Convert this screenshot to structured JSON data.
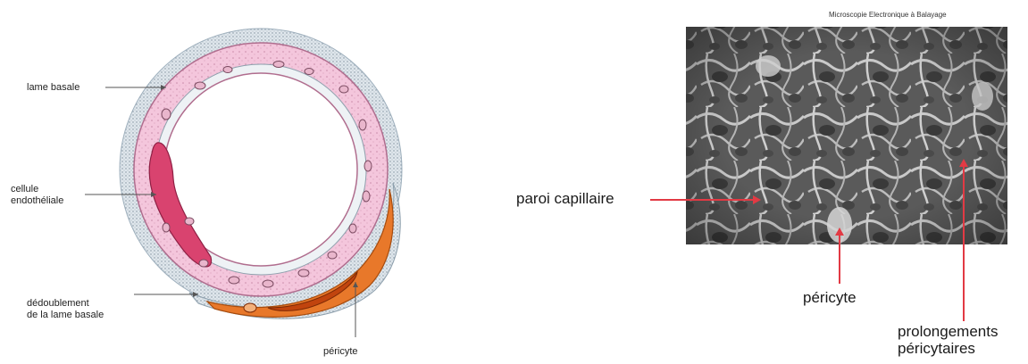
{
  "left_diagram": {
    "labels": {
      "lame_basale": "lame basale",
      "cellule_line1": "cellule",
      "cellule_line2": "endothéliale",
      "dedoublement_line1": "dédoublement",
      "dedoublement_line2": "de la lame basale",
      "pericyte": "péricyte"
    }
  },
  "right_micrograph": {
    "caption": "Microscopie Electronique à Balayage",
    "labels": {
      "paroi": "paroi capillaire",
      "pericyte": "péricyte",
      "prolong_line1": "prolongements",
      "prolong_line2": "péricytaires"
    }
  },
  "colors": {
    "annotation_arrow": "#e23a44",
    "leader_line": "#555555",
    "basal_lamina": "#c8d3dc",
    "endothelium": "#f3c2da",
    "nucleus": "#d9436f",
    "pericyte": "#e8782a"
  }
}
